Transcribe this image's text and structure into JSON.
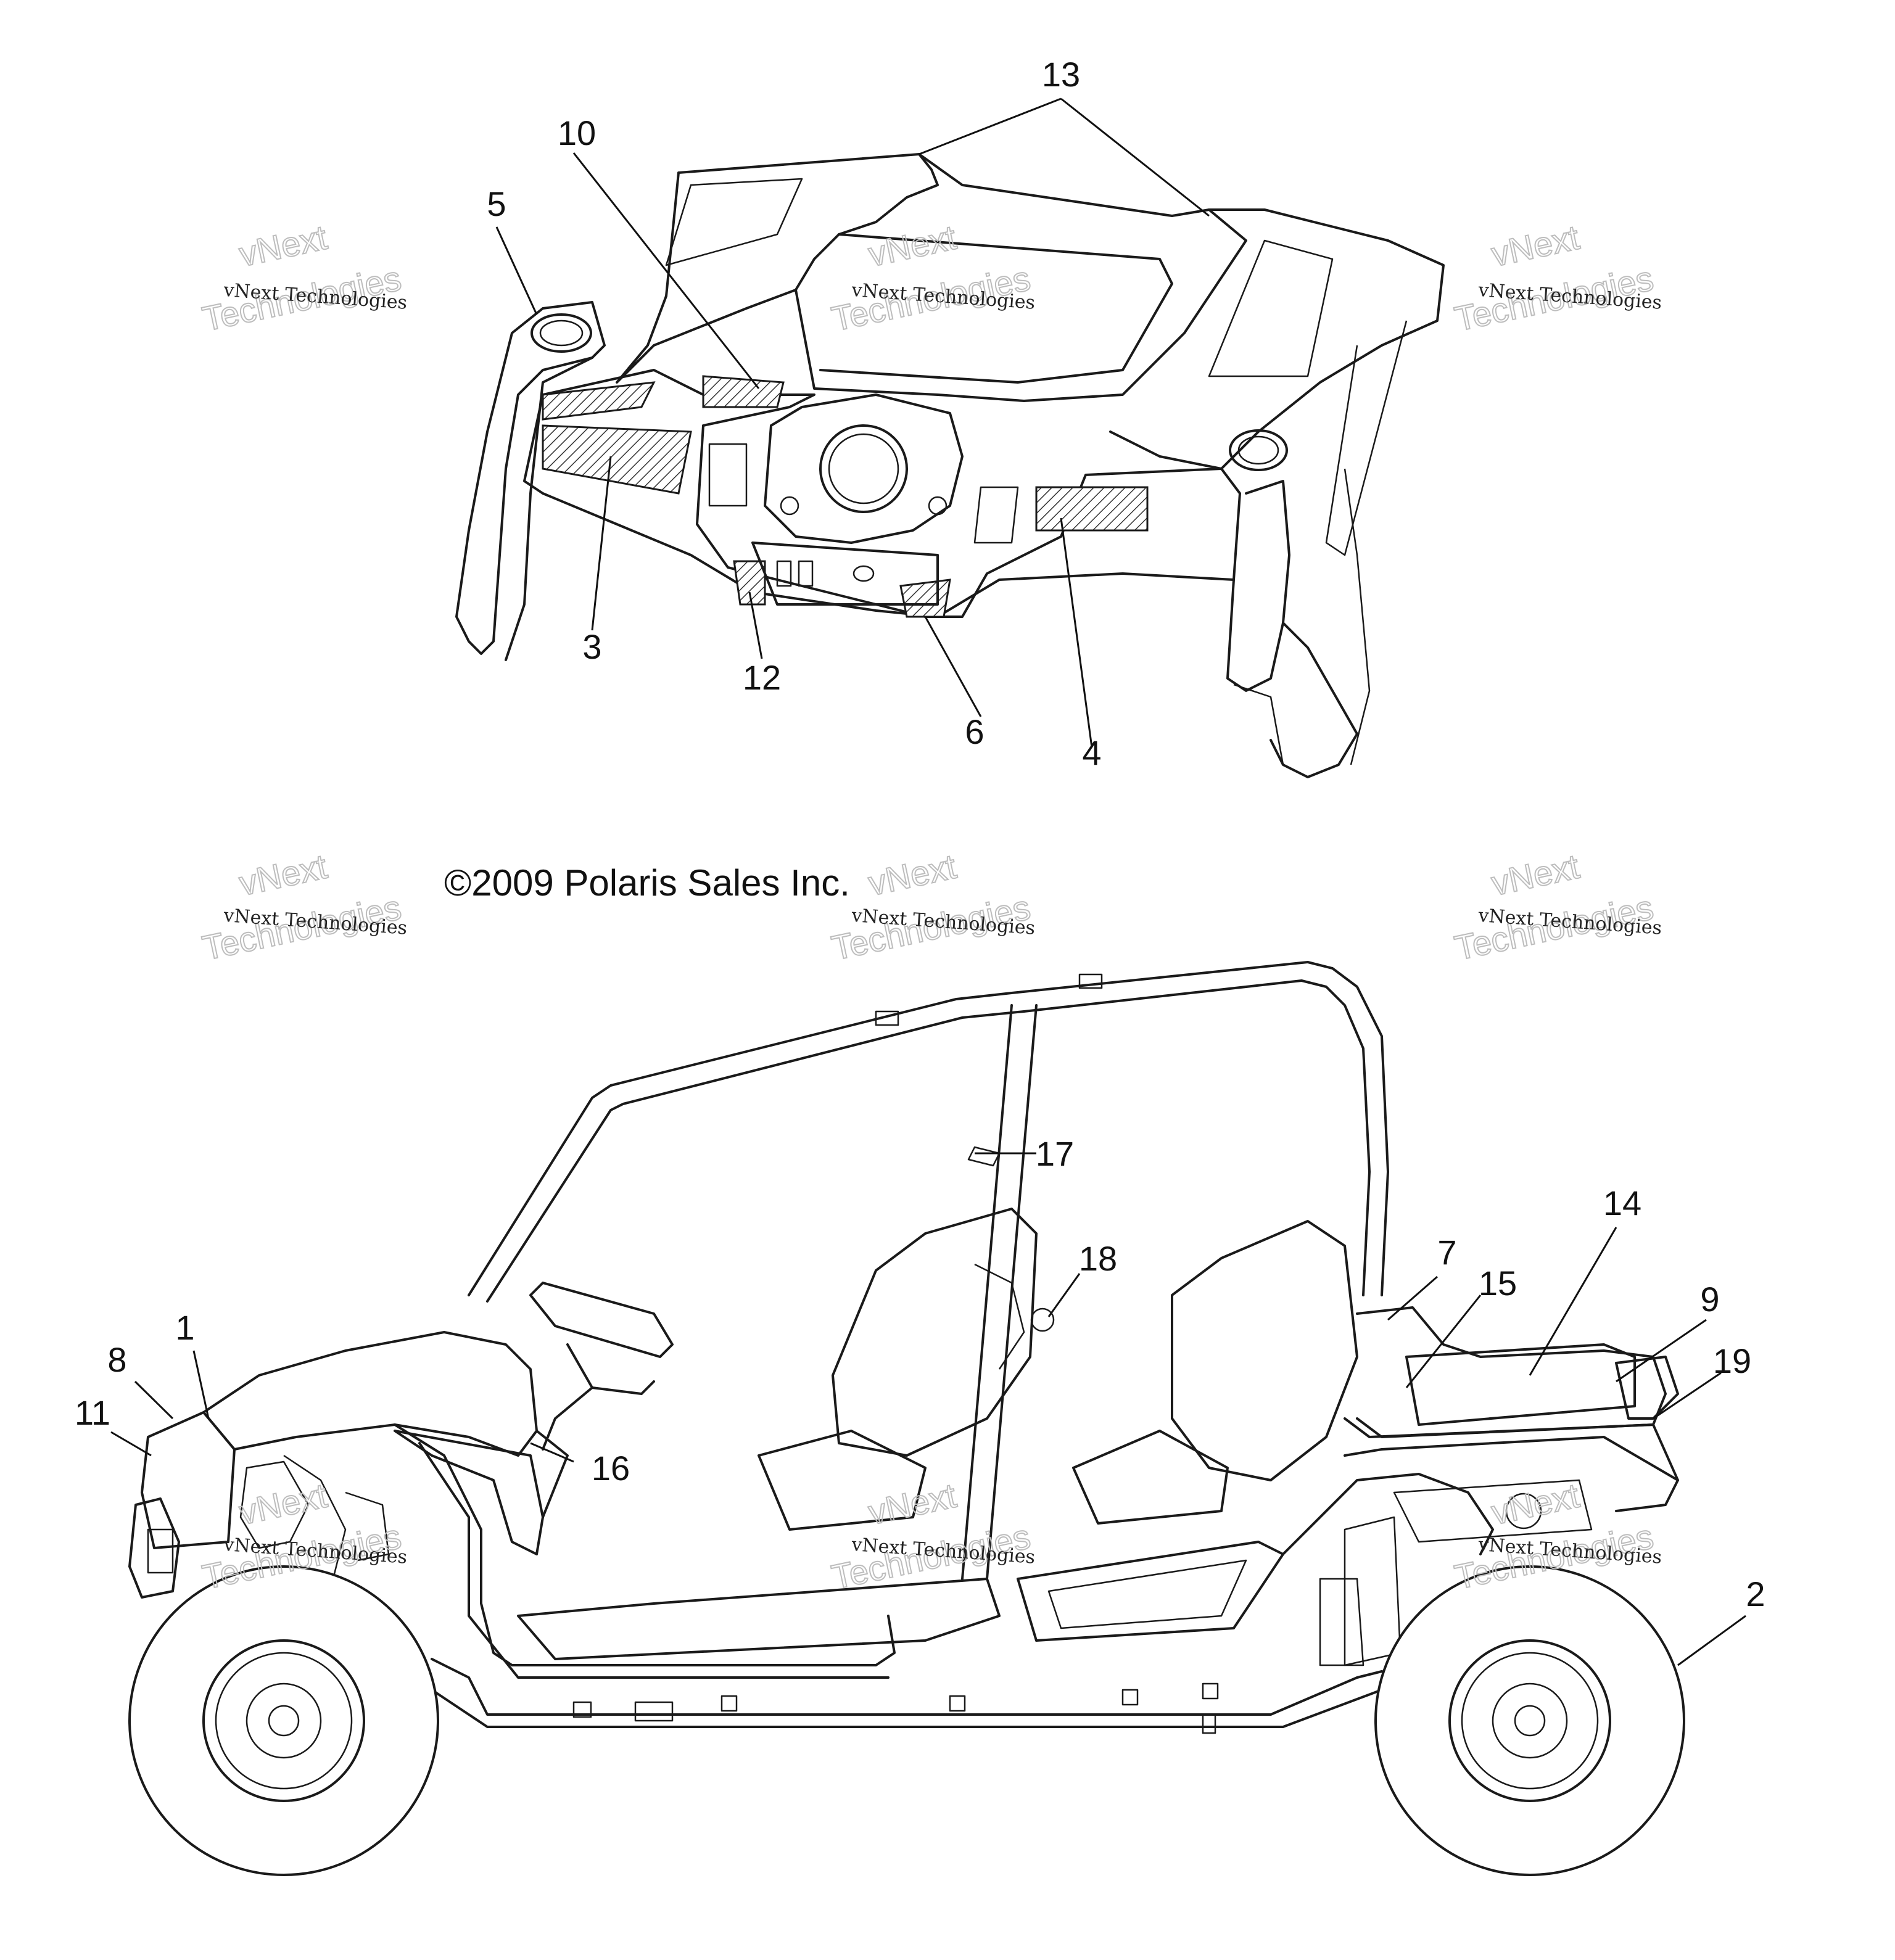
{
  "copyright": "©2009 Polaris Sales Inc.",
  "watermark": {
    "line1": "vNext Technologies",
    "line2": "vNext",
    "line3": "Technologies"
  },
  "callouts": {
    "c1": "1",
    "c2": "2",
    "c3": "3",
    "c4": "4",
    "c5": "5",
    "c6": "6",
    "c7": "7",
    "c8": "8",
    "c9": "9",
    "c10": "10",
    "c11": "11",
    "c12": "12",
    "c13": "13",
    "c14": "14",
    "c15": "15",
    "c16": "16",
    "c17": "17",
    "c18": "18",
    "c19": "19"
  }
}
